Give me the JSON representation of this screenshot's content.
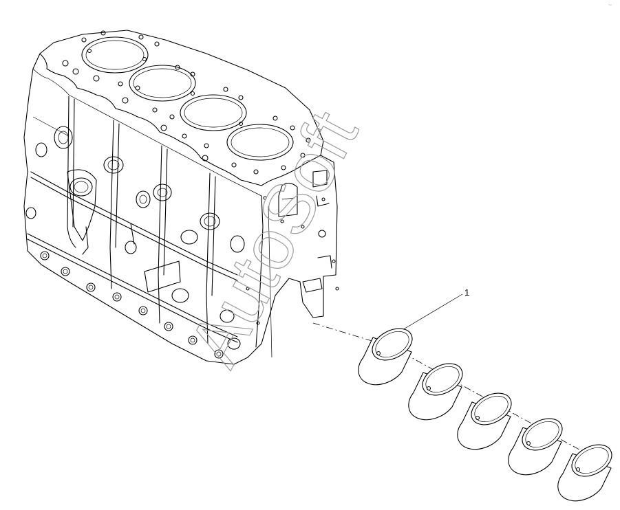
{
  "diagram": {
    "callouts": [
      {
        "label": "1",
        "part": "camshaft-bushing"
      }
    ],
    "watermark": "AutoSoft",
    "corner_mark": "~"
  },
  "colors": {
    "line": "#000000",
    "background": "#ffffff",
    "watermark": "#9a9a9a"
  }
}
